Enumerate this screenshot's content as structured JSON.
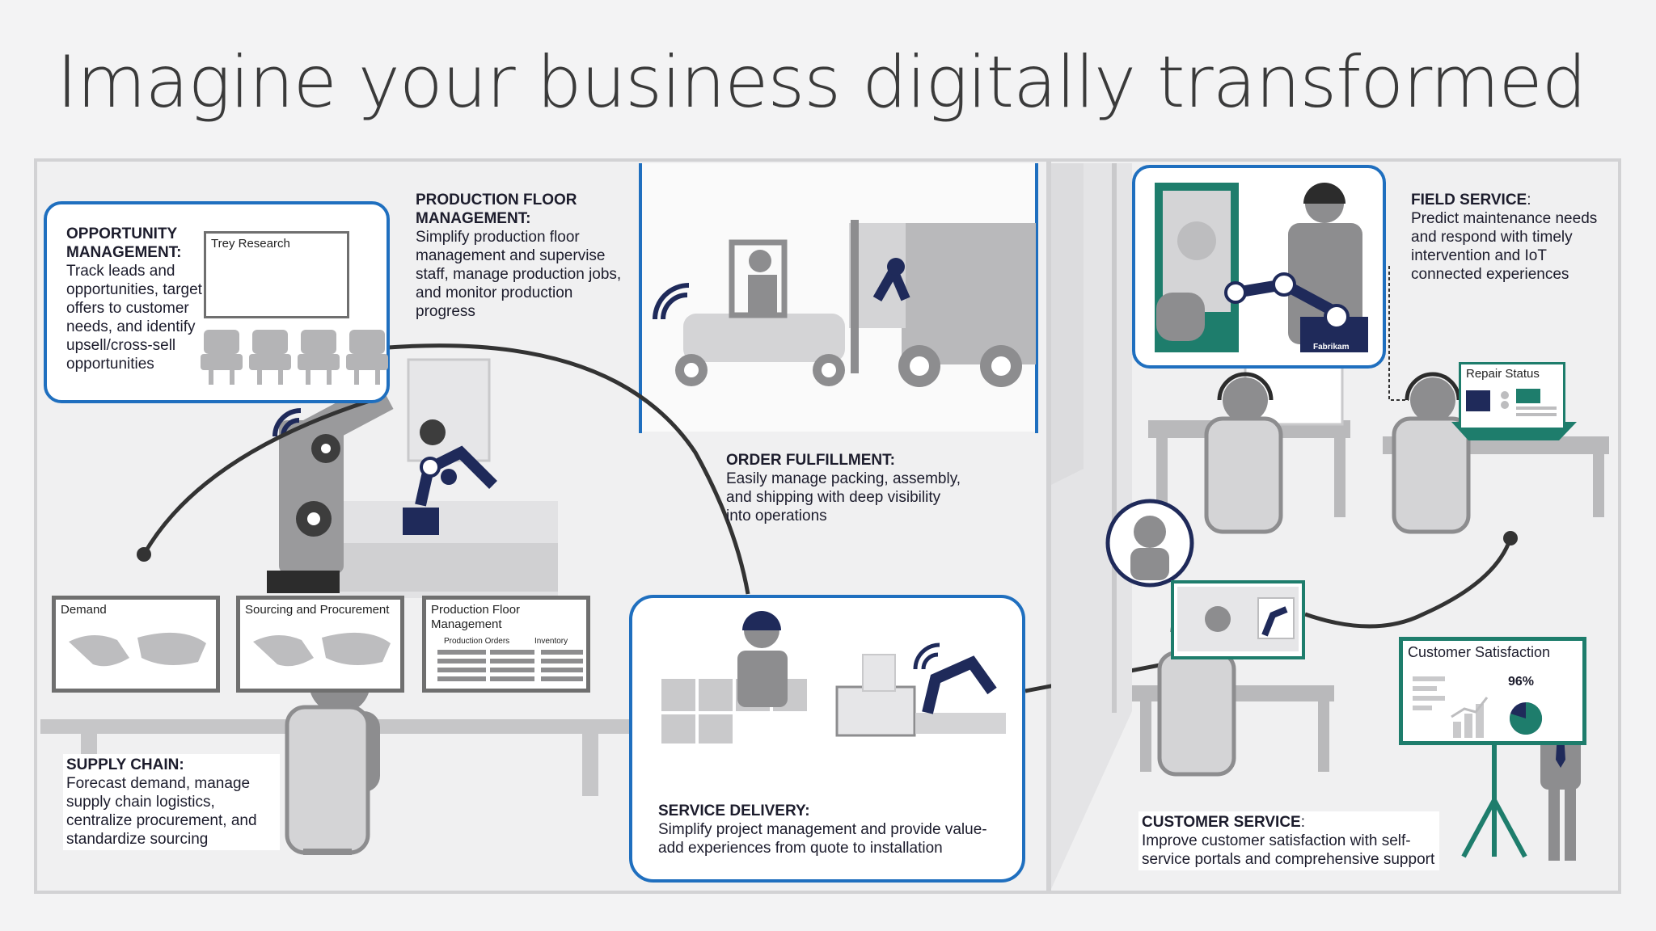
{
  "title": "Imagine your business digitally transformed",
  "colors": {
    "accent_blue": "#1f6fbf",
    "navy": "#1f2a5a",
    "green": "#1e7d6c",
    "gray": "#8d8d8f"
  },
  "sections": {
    "opportunity": {
      "heading": "OPPORTUNITY MANAGEMENT:",
      "body": "Track leads and opportunities, target offers to customer needs, and identify upsell/cross-sell opportunities",
      "screen_label": "Trey Research"
    },
    "production": {
      "heading": "PRODUCTION FLOOR MANAGEMENT:",
      "body": "Simplify production floor management and supervise staff, manage production jobs, and monitor production progress"
    },
    "order": {
      "heading": "ORDER FULFILLMENT:",
      "body": "Easily manage packing, assembly, and shipping with deep visibility into operations"
    },
    "supply": {
      "heading": "SUPPLY CHAIN:",
      "body": "Forecast demand, manage supply chain logistics, centralize procurement, and standardize sourcing"
    },
    "service_delivery": {
      "heading": "SERVICE DELIVERY:",
      "body": "Simplify project management and provide value-add experiences from quote to installation"
    },
    "field": {
      "heading": "FIELD SERVICE",
      "suffix": ":",
      "body": "Predict maintenance needs and respond with timely intervention and IoT connected experiences",
      "brand": "Fabrikam"
    },
    "customer": {
      "heading": "CUSTOMER SERVICE",
      "suffix": ":",
      "body": "Improve customer satisfaction with self-service portals and comprehensive support"
    }
  },
  "screens": {
    "demand": "Demand",
    "sourcing": "Sourcing and Procurement",
    "production_floor": "Production Floor Management",
    "production_orders": "Production Orders",
    "inventory": "Inventory",
    "repair_status": "Repair Status",
    "customer_satisfaction": "Customer Satisfaction",
    "satisfaction_value": "96%"
  }
}
